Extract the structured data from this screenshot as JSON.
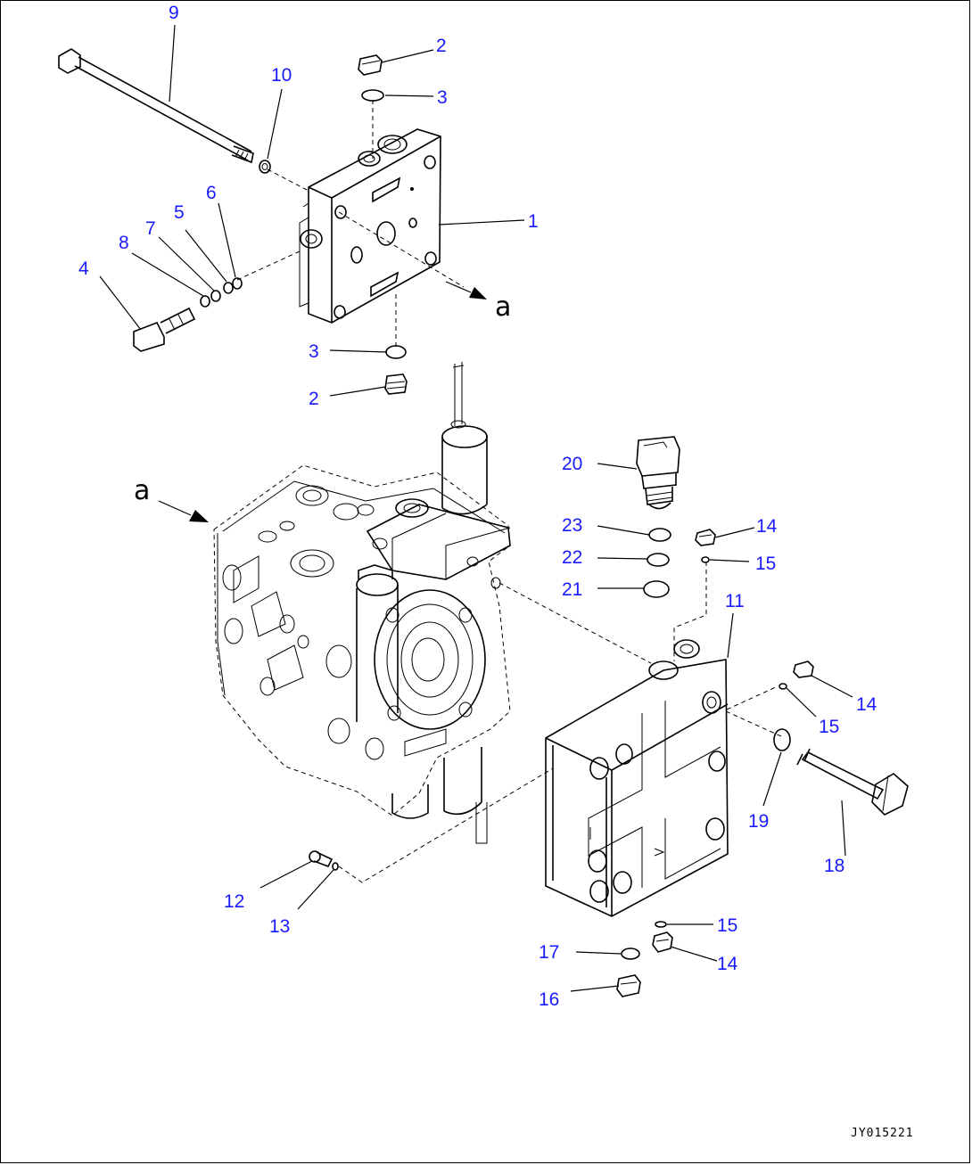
{
  "callouts": [
    {
      "id": "c1",
      "label": "1"
    },
    {
      "id": "c2a",
      "label": "2"
    },
    {
      "id": "c2b",
      "label": "2"
    },
    {
      "id": "c3a",
      "label": "3"
    },
    {
      "id": "c3b",
      "label": "3"
    },
    {
      "id": "c4",
      "label": "4"
    },
    {
      "id": "c5",
      "label": "5"
    },
    {
      "id": "c6",
      "label": "6"
    },
    {
      "id": "c7",
      "label": "7"
    },
    {
      "id": "c8",
      "label": "8"
    },
    {
      "id": "c9",
      "label": "9"
    },
    {
      "id": "c10",
      "label": "10"
    },
    {
      "id": "c11",
      "label": "11"
    },
    {
      "id": "c12",
      "label": "12"
    },
    {
      "id": "c13",
      "label": "13"
    },
    {
      "id": "c14a",
      "label": "14"
    },
    {
      "id": "c14b",
      "label": "14"
    },
    {
      "id": "c14c",
      "label": "14"
    },
    {
      "id": "c15a",
      "label": "15"
    },
    {
      "id": "c15b",
      "label": "15"
    },
    {
      "id": "c15c",
      "label": "15"
    },
    {
      "id": "c16",
      "label": "16"
    },
    {
      "id": "c17",
      "label": "17"
    },
    {
      "id": "c18",
      "label": "18"
    },
    {
      "id": "c19",
      "label": "19"
    },
    {
      "id": "c20",
      "label": "20"
    },
    {
      "id": "c21",
      "label": "21"
    },
    {
      "id": "c22",
      "label": "22"
    },
    {
      "id": "c23",
      "label": "23"
    }
  ],
  "view_reference": {
    "top": "a",
    "body": "a"
  },
  "drawing_code": "JY015221",
  "colors": {
    "callout": "#1a1aff",
    "line": "#000000",
    "background": "#ffffff"
  }
}
